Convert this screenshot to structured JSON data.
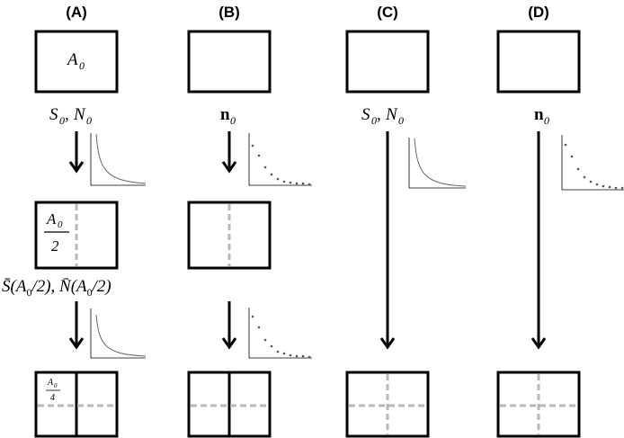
{
  "panels": [
    {
      "letter": "(A)"
    },
    {
      "letter": "(B)"
    },
    {
      "letter": "(C)"
    },
    {
      "letter": "(D)"
    }
  ],
  "labels": {
    "a0": "A",
    "a0_sub": "0",
    "s0": "S",
    "n0": "N",
    "sub0": "0",
    "comma": ",",
    "vec_n": "n",
    "half_num": "A",
    "half_den": "2",
    "quarter_num": "A",
    "quarter_den": "4",
    "sbar_label": "S̄(A",
    "sbar_label_tail": "/2), N̄(A",
    "sbar_label_end": "/2)"
  }
}
